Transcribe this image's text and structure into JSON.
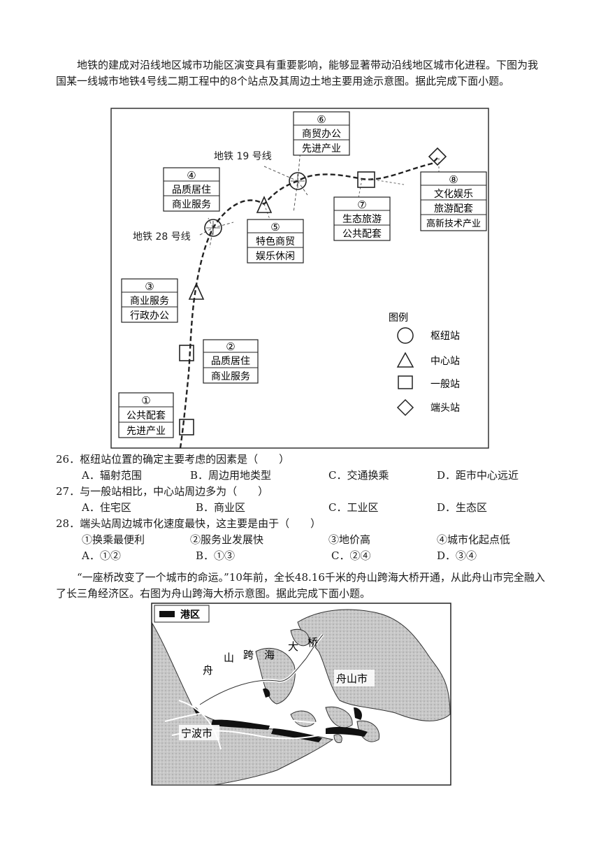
{
  "intro1": "地铁的建成对沿线地区城市功能区演变具有重要影响，能够显著带动沿线地区城市化进程。下图为我国某一线城市地铁4号线二期工程中的8个站点及其周边土地主要用途示意图。据此完成下面小题。",
  "map1": {
    "line19": "地铁 19 号线",
    "line28": "地铁 28 号线",
    "stations": [
      {
        "num": "①",
        "a": "公共配套",
        "b": "先进产业"
      },
      {
        "num": "②",
        "a": "品质居住",
        "b": "商业服务"
      },
      {
        "num": "③",
        "a": "商业服务",
        "b": "行政办公"
      },
      {
        "num": "④",
        "a": "品质居住",
        "b": "商业服务"
      },
      {
        "num": "⑤",
        "a": "特色商贸",
        "b": "娱乐休闲"
      },
      {
        "num": "⑥",
        "a": "商贸办公",
        "b": "先进产业"
      },
      {
        "num": "⑦",
        "a": "生态旅游",
        "b": "公共配套"
      },
      {
        "num": "⑧",
        "a": "文化娱乐",
        "b": "旅游配套",
        "c": "高新技术产业"
      }
    ],
    "legend": {
      "title": "图例",
      "items": [
        "枢纽站",
        "中心站",
        "一般站",
        "端头站"
      ]
    }
  },
  "q26": {
    "stem": "26．枢纽站位置的确定主要考虑的因素是（　　）",
    "options": [
      "A．辐射范围",
      "B．周边用地类型",
      "C．交通换乘",
      "D．距市中心远近"
    ]
  },
  "q27": {
    "stem": "27．与一般站相比，中心站周边多为（　　）",
    "options": [
      "A．住宅区",
      "B．商业区",
      "C．工业区",
      "D．生态区"
    ]
  },
  "q28": {
    "stem": "28．端头站周边城市化速度最快，这主要是由于（　　）",
    "items": [
      "①换乘最便利",
      "②服务业发展快",
      "③地价高",
      "④城市化起点低"
    ],
    "options": [
      "A．①②",
      "B．①③",
      "C．②④",
      "D．③④"
    ]
  },
  "intro2": "“一座桥改变了一个城市的命运。”10年前，全长48.16千米的舟山跨海大桥开通，从此舟山市完全融入了长三角经济区。右图为舟山跨海大桥示意图。据此完成下面小题。",
  "map2": {
    "legend": "港区",
    "bridge_chars": [
      "舟",
      "山",
      "跨",
      "海",
      "大",
      "桥"
    ],
    "zhoushan": "舟山市",
    "ningbo": "宁波市"
  }
}
